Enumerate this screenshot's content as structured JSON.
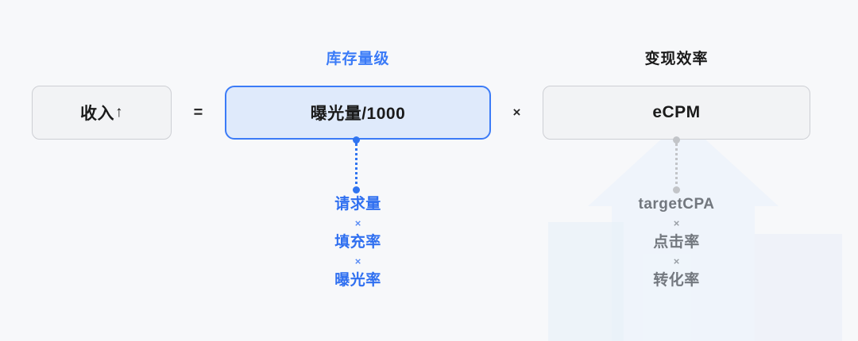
{
  "colors": {
    "background": "#f7f8fa",
    "accent_blue": "#3b7bf7",
    "blue_box_fill": "#dfeafb",
    "gray_box_fill": "#f2f3f5",
    "gray_border": "#cdcfd4",
    "gray_text": "#72777e",
    "dark_text": "#1a1a1a"
  },
  "headers": {
    "inventory": "库存量级",
    "efficiency": "变现效率"
  },
  "formula": {
    "revenue_label": "收入",
    "revenue_arrow": "↑",
    "equals": "=",
    "impressions_label": "曝光量/1000",
    "times": "×",
    "ecpm_label": "eCPM"
  },
  "breakdowns": {
    "inventory": {
      "items": [
        "请求量",
        "填充率",
        "曝光率"
      ],
      "operators": [
        "×",
        "×"
      ]
    },
    "efficiency": {
      "items": [
        "targetCPA",
        "点击率",
        "转化率"
      ],
      "operators": [
        "×",
        "×"
      ]
    }
  }
}
